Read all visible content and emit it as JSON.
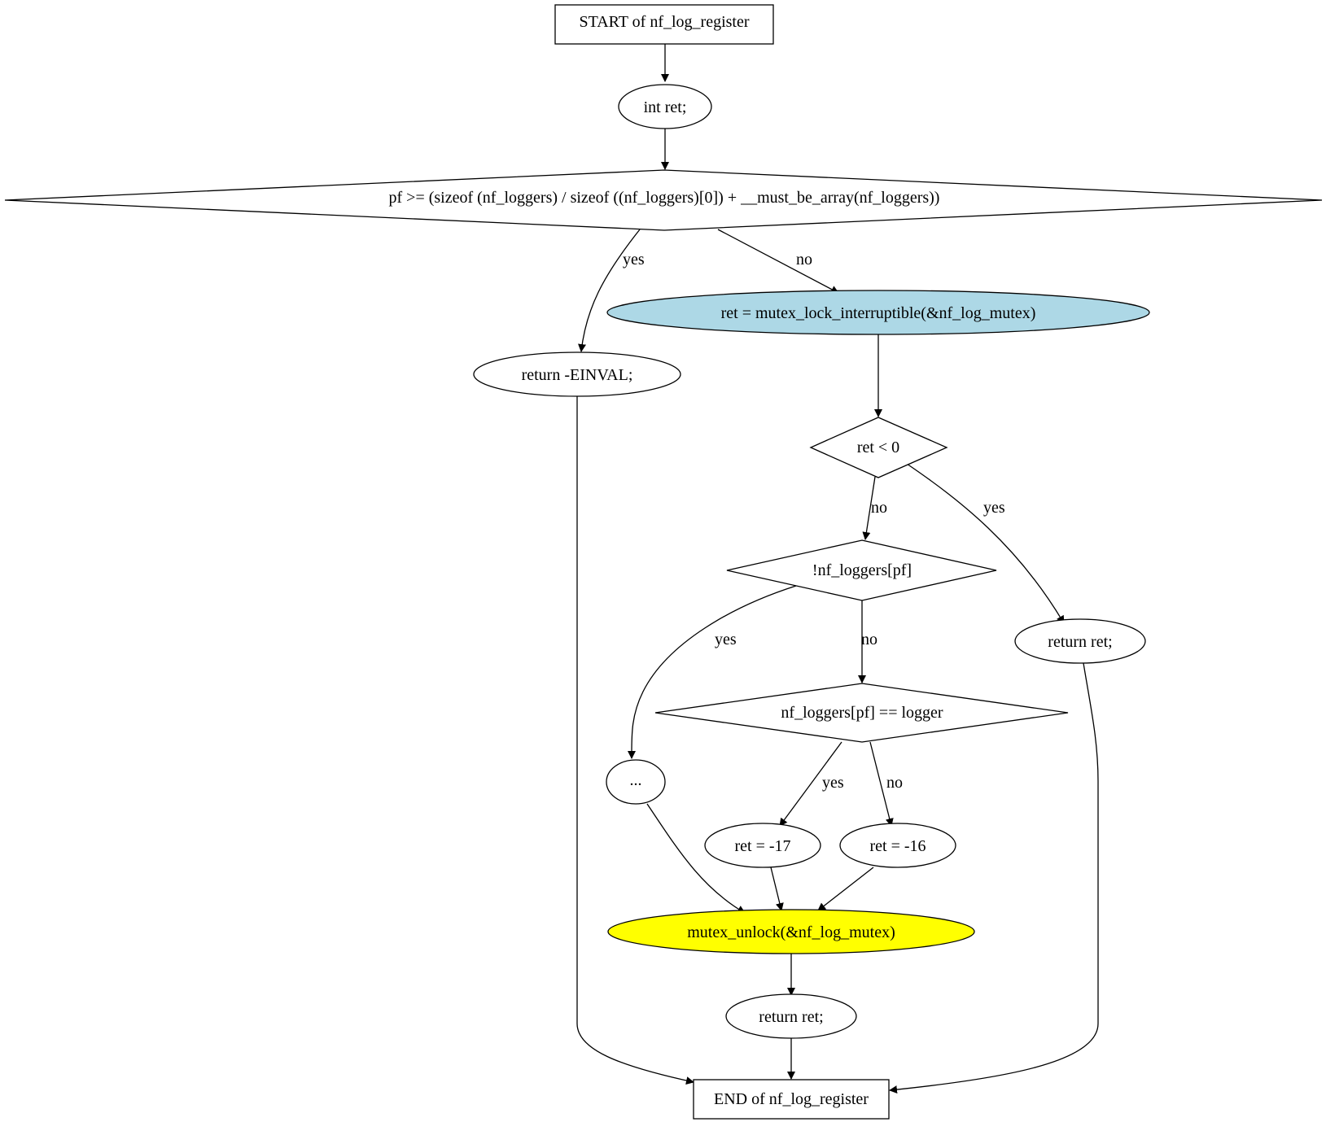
{
  "colors": {
    "background": "#ffffff",
    "stroke": "#000000",
    "node_default": "#ffffff",
    "node_lightblue": "#add8e6",
    "node_yellow": "#ffff00"
  },
  "nodes": {
    "start": "START of nf_log_register",
    "decl": "int ret;",
    "cond_pf": "pf >= (sizeof (nf_loggers) / sizeof ((nf_loggers)[0]) + __must_be_array(nf_loggers))",
    "ret_einval": "return -EINVAL;",
    "mutex_lock": "ret = mutex_lock_interruptible(&nf_log_mutex)",
    "cond_ret": "ret < 0",
    "return_ret_early": "return ret;",
    "cond_not_logger": "!nf_loggers[pf]",
    "ellipsis": "...",
    "cond_eq_logger": "nf_loggers[pf] == logger",
    "ret_17": "ret = -17",
    "ret_16": "ret = -16",
    "mutex_unlock": "mutex_unlock(&nf_log_mutex)",
    "return_ret_final": "return ret;",
    "end": "END of nf_log_register"
  },
  "edges": {
    "pf_yes": "yes",
    "pf_no": "no",
    "ret_no": "no",
    "ret_yes": "yes",
    "notlogger_yes": "yes",
    "notlogger_no": "no",
    "eq_yes": "yes",
    "eq_no": "no"
  }
}
